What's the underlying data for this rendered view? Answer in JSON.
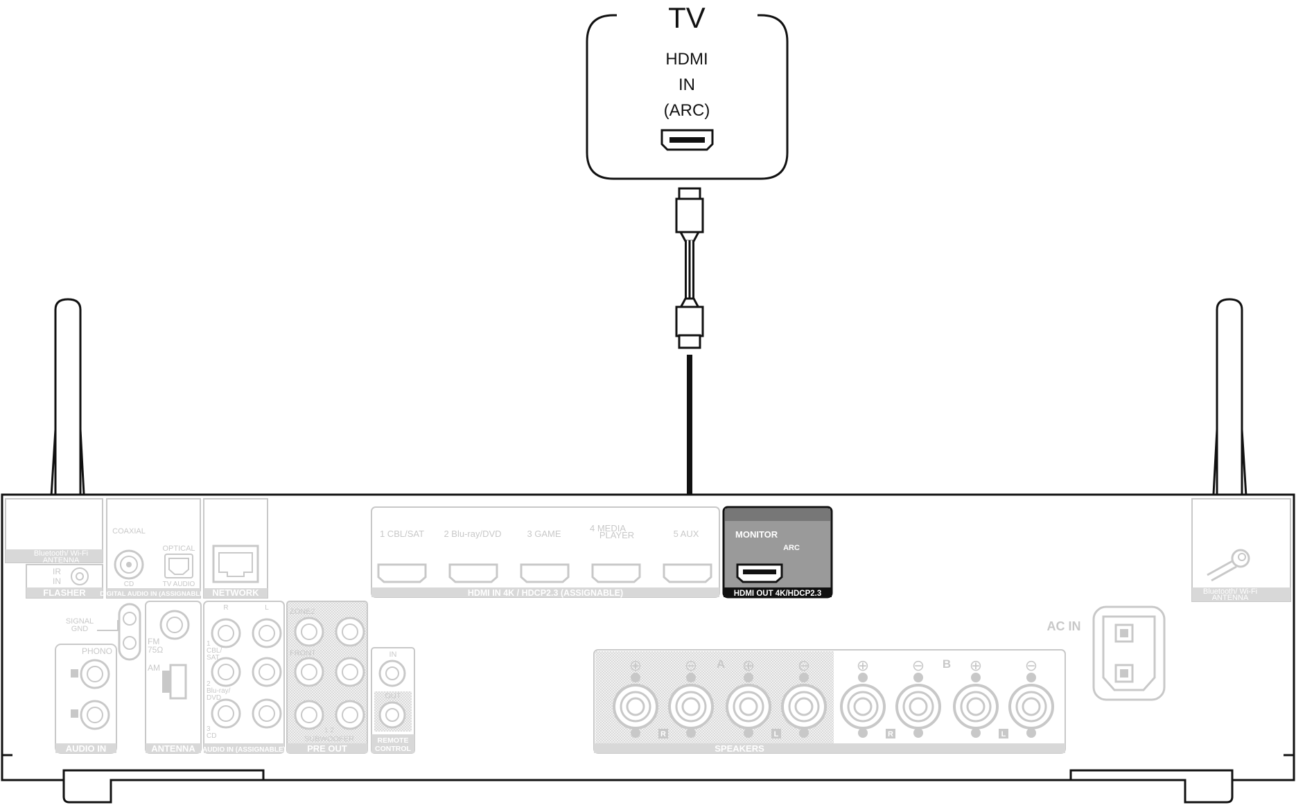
{
  "tv": {
    "title": "TV",
    "port_line1": "HDMI",
    "port_line2": "IN",
    "port_line3": "(ARC)"
  },
  "receiver": {
    "antenna_left_label_1": "Bluetooth/ Wi-Fi",
    "antenna_left_label_2": "ANTENNA",
    "antenna_right_label_1": "Bluetooth/ Wi-Fi",
    "antenna_right_label_2": "ANTENNA",
    "ir_in": "IR",
    "ir_in_2": "IN",
    "flasher": "FLASHER",
    "coaxial": "COAXIAL",
    "cd": "CD",
    "optical": "OPTICAL",
    "tv_audio": "TV AUDIO",
    "digital_audio_in": "DIGITAL AUDIO IN (ASSIGNABLE)",
    "network": "NETWORK",
    "hdmi_inputs": [
      "1 CBL/SAT",
      "2 Blu-ray/DVD",
      "3 GAME",
      "4 MEDIA",
      "5 AUX"
    ],
    "hdmi_input_4_line2": "PLAYER",
    "hdmi_in_label": "HDMI IN  4K / HDCP2.3 (ASSIGNABLE)",
    "monitor": "MONITOR",
    "arc": "ARC",
    "hdmi_out_label": "HDMI OUT 4K/HDCP2.3",
    "signal_gnd_1": "SIGNAL",
    "signal_gnd_2": "GND",
    "phono": "PHONO",
    "audio_in": "AUDIO IN",
    "fm": "FM",
    "fm_ohm": "75Ω",
    "am": "AM",
    "antenna": "ANTENNA",
    "audio_in_r": "R",
    "audio_in_l": "L",
    "input_1_a": "1",
    "input_1_b": "CBL/",
    "input_1_c": "SAT",
    "input_2_a": "2",
    "input_2_b": "Blu-ray/",
    "input_2_c": "DVD",
    "input_3_a": "3",
    "input_3_b": "CD",
    "audio_in_assignable": "AUDIO IN (ASSIGNABLE)",
    "zone2": "ZONE2",
    "front": "FRONT",
    "subwoofer": "SUBWOOFER",
    "sub_nums": "1   2",
    "pre_out": "PRE OUT",
    "remote_in": "IN",
    "remote_out": "OUT",
    "remote_control_1": "REMOTE",
    "remote_control_2": "CONTROL",
    "speakers_a": "A",
    "speakers_b": "B",
    "speakers": "SPEAKERS",
    "spk_r": "R",
    "spk_l": "L",
    "ac_in": "AC IN",
    "plus": "⊕",
    "minus": "⊖"
  },
  "colors": {
    "outline": "#111111",
    "faded": "#c8c8c8",
    "faded_fill": "#e6e6e6",
    "monitor_bg": "#8a8a8a",
    "monitor_dark": "#222222",
    "cable": "#111111"
  }
}
